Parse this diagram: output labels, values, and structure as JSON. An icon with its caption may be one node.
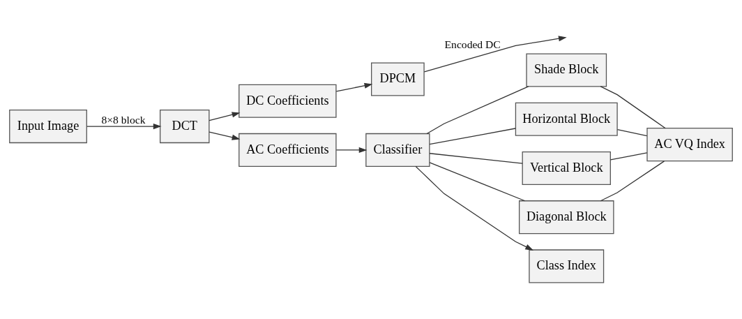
{
  "diagram": {
    "nodes": [
      {
        "text": [
          "Input Image"
        ]
      },
      {
        "text": [
          "DCT"
        ]
      },
      {
        "text": [
          "DC Coefficients"
        ]
      },
      {
        "text": [
          "AC Coefficients"
        ]
      },
      {
        "text": [
          "DPCM"
        ]
      },
      {
        "text": [
          "Classifier"
        ]
      },
      {
        "text": [
          "Shade Block"
        ]
      },
      {
        "text": [
          "Horizontal Block"
        ]
      },
      {
        "text": [
          "Vertical Block"
        ]
      },
      {
        "text": [
          "Diagonal Block"
        ]
      },
      {
        "text": [
          "AC VQ Index"
        ]
      },
      {
        "text": [
          "Class Index"
        ]
      }
    ],
    "edges": [
      {
        "from": 0,
        "to": 1,
        "arrow": "to",
        "label": "8×8 block"
      },
      {
        "from": 1,
        "to": 2,
        "arrow": "to"
      },
      {
        "from": 1,
        "to": 3,
        "arrow": "to"
      },
      {
        "from": 2,
        "to": 4,
        "arrow": "to"
      },
      {
        "from": 4,
        "to": null,
        "arrow": "to",
        "label": "Encoded DC"
      },
      {
        "from": 3,
        "to": 5,
        "arrow": "to"
      },
      {
        "from": 5,
        "to": 6,
        "arrow": "none"
      },
      {
        "from": 5,
        "to": 7,
        "arrow": "none"
      },
      {
        "from": 5,
        "to": 8,
        "arrow": "none"
      },
      {
        "from": 5,
        "to": 9,
        "arrow": "none"
      },
      {
        "from": 6,
        "to": 10,
        "arrow": "none"
      },
      {
        "from": 7,
        "to": 10,
        "arrow": "none"
      },
      {
        "from": 8,
        "to": 10,
        "arrow": "none"
      },
      {
        "from": 9,
        "to": 10,
        "arrow": "none"
      },
      {
        "from": 5,
        "to": 11,
        "arrow": "to"
      }
    ]
  }
}
